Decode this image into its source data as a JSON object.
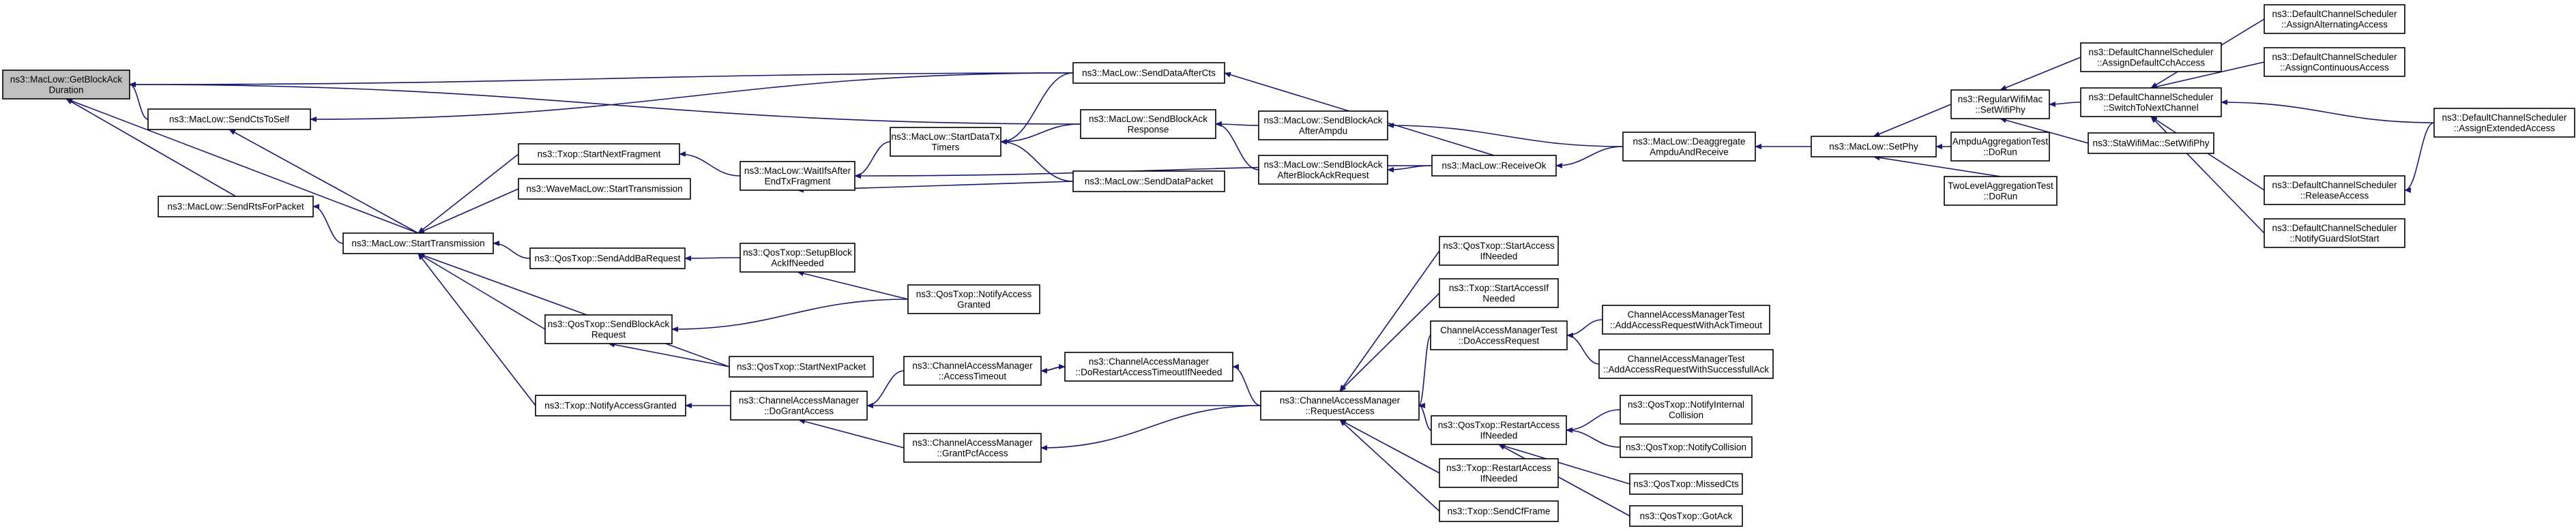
{
  "diagram": {
    "colors": {
      "edge": "#191970",
      "node_fill": "#ffffff",
      "node_border": "#000000",
      "node_border_incomplete": "#ff0000",
      "root_fill": "#bfbfbf"
    },
    "nodes": [
      {
        "id": "root",
        "lines": [
          "ns3::MacLow::GetBlockAck",
          "Duration"
        ],
        "root": true
      },
      {
        "id": "sendctstoself",
        "lines": [
          "ns3::MacLow::SendCtsToSelf"
        ]
      },
      {
        "id": "sendrtsforpacket",
        "lines": [
          "ns3::MacLow::SendRtsForPacket"
        ]
      },
      {
        "id": "starttransmission",
        "lines": [
          "ns3::MacLow::StartTransmission"
        ]
      },
      {
        "id": "txop_startnextfragment",
        "lines": [
          "ns3::Txop::StartNextFragment"
        ]
      },
      {
        "id": "wave_starttransmission",
        "lines": [
          "ns3::WaveMacLow::StartTransmission"
        ]
      },
      {
        "id": "sendaddbarequest",
        "lines": [
          "ns3::QosTxop::SendAddBaRequest"
        ]
      },
      {
        "id": "qos_sendblockackrequest",
        "lines": [
          "ns3::QosTxop::SendBlockAck",
          "Request"
        ]
      },
      {
        "id": "txop_notifyaccessgranted",
        "lines": [
          "ns3::Txop::NotifyAccessGranted"
        ]
      },
      {
        "id": "waitifsafter",
        "lines": [
          "ns3::MacLow::WaitIfsAfter",
          "EndTxFragment"
        ]
      },
      {
        "id": "setupblockack",
        "lines": [
          "ns3::QosTxop::SetupBlock",
          "AckIfNeeded"
        ]
      },
      {
        "id": "qos_notifyaccessgranted",
        "lines": [
          "ns3::QosTxop::NotifyAccess",
          "Granted"
        ]
      },
      {
        "id": "qos_startnextpacket",
        "lines": [
          "ns3::QosTxop::StartNextPacket"
        ]
      },
      {
        "id": "cam_dograntaccess",
        "lines": [
          "ns3::ChannelAccessManager",
          "::DoGrantAccess"
        ]
      },
      {
        "id": "startdatatxtimers",
        "lines": [
          "ns3::MacLow::StartDataTx",
          "Timers"
        ]
      },
      {
        "id": "cam_accesstimeout",
        "lines": [
          "ns3::ChannelAccessManager",
          "::AccessTimeout"
        ]
      },
      {
        "id": "cam_grantpcfaccess",
        "lines": [
          "ns3::ChannelAccessManager",
          "::GrantPcfAccess"
        ]
      },
      {
        "id": "senddataafterCts",
        "lines": [
          "ns3::MacLow::SendDataAfterCts"
        ]
      },
      {
        "id": "sendblockackresponse",
        "lines": [
          "ns3::MacLow::SendBlockAck",
          "Response"
        ]
      },
      {
        "id": "senddatapacket",
        "lines": [
          "ns3::MacLow::SendDataPacket"
        ]
      },
      {
        "id": "cam_dorestart",
        "lines": [
          "ns3::ChannelAccessManager",
          "::DoRestartAccessTimeoutIfNeeded"
        ],
        "incomplete": true
      },
      {
        "id": "sendblockackafterampdu",
        "lines": [
          "ns3::MacLow::SendBlockAck",
          "AfterAmpdu"
        ]
      },
      {
        "id": "sendblockackafterbar",
        "lines": [
          "ns3::MacLow::SendBlockAck",
          "AfterBlockAckRequest"
        ]
      },
      {
        "id": "cam_requestaccess",
        "lines": [
          "ns3::ChannelAccessManager",
          "::RequestAccess"
        ]
      },
      {
        "id": "receiveok",
        "lines": [
          "ns3::MacLow::ReceiveOk"
        ]
      },
      {
        "id": "qos_startaccessifneeded",
        "lines": [
          "ns3::QosTxop::StartAccess",
          "IfNeeded"
        ],
        "incomplete": true
      },
      {
        "id": "txop_startaccessifneeded",
        "lines": [
          "ns3::Txop::StartAccessIf",
          "Needed"
        ],
        "incomplete": true
      },
      {
        "id": "camtest_doaccessrequest",
        "lines": [
          "ChannelAccessManagerTest",
          "::DoAccessRequest"
        ]
      },
      {
        "id": "qos_restartaccessifneeded",
        "lines": [
          "ns3::QosTxop::RestartAccess",
          "IfNeeded"
        ],
        "incomplete": true
      },
      {
        "id": "txop_restartaccessifneeded",
        "lines": [
          "ns3::Txop::RestartAccess",
          "IfNeeded"
        ],
        "incomplete": true
      },
      {
        "id": "txop_sendcfframe",
        "lines": [
          "ns3::Txop::SendCfFrame"
        ],
        "incomplete": true
      },
      {
        "id": "deaggregate",
        "lines": [
          "ns3::MacLow::Deaggregate",
          "AmpduAndReceive"
        ]
      },
      {
        "id": "camtest_withacktimeout",
        "lines": [
          "ChannelAccessManagerTest",
          "::AddAccessRequestWithAckTimeout"
        ],
        "incomplete": true
      },
      {
        "id": "camtest_withsuccessfulack",
        "lines": [
          "ChannelAccessManagerTest",
          "::AddAccessRequestWithSuccessfullAck"
        ],
        "incomplete": true
      },
      {
        "id": "qos_notifyinternalcollision",
        "lines": [
          "ns3::QosTxop::NotifyInternal",
          "Collision"
        ]
      },
      {
        "id": "qos_notifycollision",
        "lines": [
          "ns3::QosTxop::NotifyCollision"
        ]
      },
      {
        "id": "qos_missedcts",
        "lines": [
          "ns3::QosTxop::MissedCts"
        ]
      },
      {
        "id": "qos_gotack",
        "lines": [
          "ns3::QosTxop::GotAck"
        ]
      },
      {
        "id": "setphy",
        "lines": [
          "ns3::MacLow::SetPhy"
        ]
      },
      {
        "id": "regularwifimac_setwifiphy",
        "lines": [
          "ns3::RegularWifiMac",
          "::SetWifiPhy"
        ]
      },
      {
        "id": "ampduaggregationtest",
        "lines": [
          "AmpduAggregationTest",
          "::DoRun"
        ]
      },
      {
        "id": "twolevelaggregationtest",
        "lines": [
          "TwoLevelAggregationTest",
          "::DoRun"
        ]
      },
      {
        "id": "dcs_assigndefaultcch",
        "lines": [
          "ns3::DefaultChannelScheduler",
          "::AssignDefaultCchAccess"
        ]
      },
      {
        "id": "dcs_switchtonextchannel",
        "lines": [
          "ns3::DefaultChannelScheduler",
          "::SwitchToNextChannel"
        ]
      },
      {
        "id": "stawifimac_setwifiphy",
        "lines": [
          "ns3::StaWifiMac::SetWifiPhy"
        ]
      },
      {
        "id": "dcs_assignalternating",
        "lines": [
          "ns3::DefaultChannelScheduler",
          "::AssignAlternatingAccess"
        ]
      },
      {
        "id": "dcs_assigncontinuous",
        "lines": [
          "ns3::DefaultChannelScheduler",
          "::AssignContinuousAccess"
        ]
      },
      {
        "id": "dcs_releaseaccess",
        "lines": [
          "ns3::DefaultChannelScheduler",
          "::ReleaseAccess"
        ]
      },
      {
        "id": "dcs_notifyguardslotstart",
        "lines": [
          "ns3::DefaultChannelScheduler",
          "::NotifyGuardSlotStart"
        ],
        "incomplete": true
      },
      {
        "id": "dcs_assignextended",
        "lines": [
          "ns3::DefaultChannelScheduler",
          "::AssignExtendedAccess"
        ]
      }
    ]
  }
}
